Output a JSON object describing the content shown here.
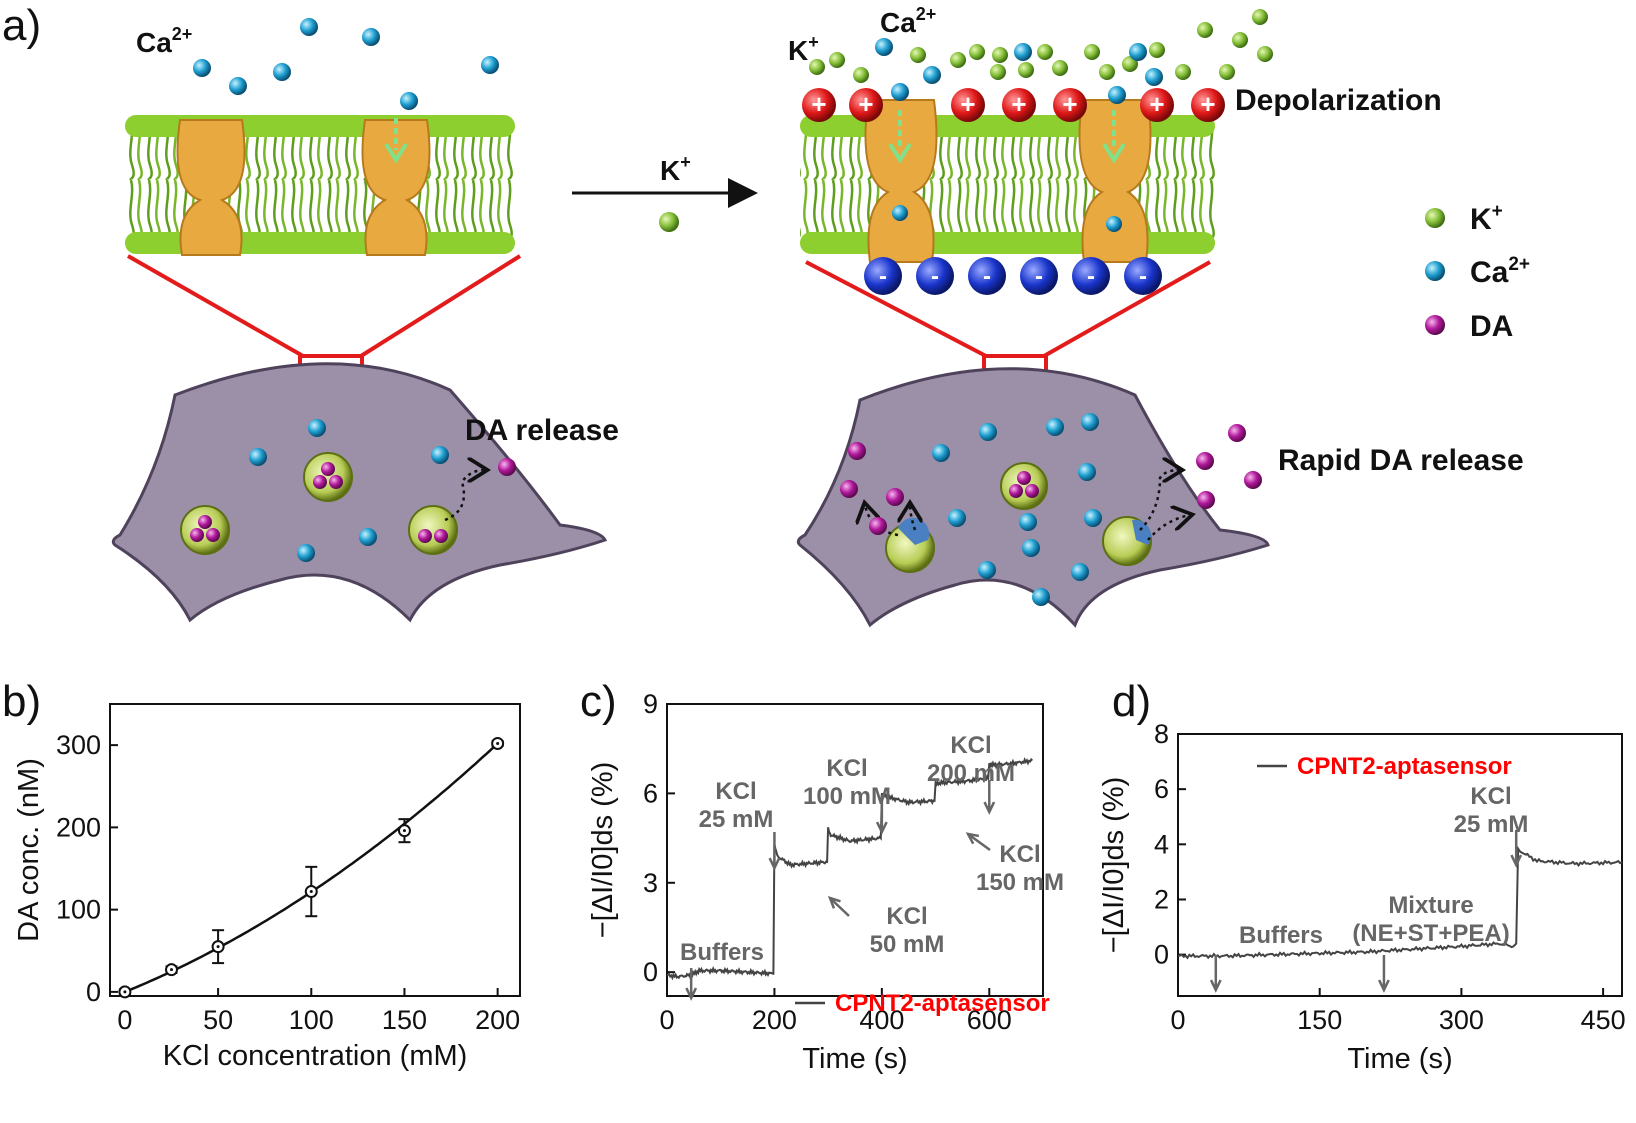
{
  "panels": {
    "a": "a)",
    "b": "b)",
    "c": "c)",
    "d": "d)"
  },
  "schematic": {
    "left_ion_label": "Ca",
    "right_ion_label_k": "K",
    "right_ion_label_ca": "Ca",
    "arrow_label": "K",
    "depolarization": "Depolarization",
    "da_release": "DA release",
    "rapid_da_release": "Rapid DA release",
    "legend": [
      {
        "label": "K",
        "sup": "+",
        "color": "#7cb342"
      },
      {
        "label": "Ca",
        "sup": "2+",
        "color": "#1e9fd0"
      },
      {
        "label": "DA",
        "sup": "",
        "color": "#b0189a"
      }
    ]
  },
  "colors": {
    "lipid": "#8ccf2f",
    "channel": "#e8a941",
    "cell": "#9c8fa8",
    "plus": "#e01818",
    "minus": "#1a35cc",
    "sensor_label": "#ff0000",
    "annotation": "#666666"
  },
  "chart_data": [
    {
      "id": "b",
      "type": "scatter",
      "x": [
        0,
        25,
        50,
        100,
        150,
        200
      ],
      "y": [
        0,
        27,
        55,
        122,
        196,
        302
      ],
      "yerr": [
        3,
        4,
        20,
        30,
        14,
        3
      ],
      "fit_curve": true,
      "xlabel": "KCl concentration (mM)",
      "ylabel": "DA conc. (nM)",
      "xlim": [
        -8,
        212
      ],
      "ylim": [
        -5,
        350
      ],
      "xticks": [
        0,
        50,
        100,
        150,
        200
      ],
      "yticks": [
        0,
        100,
        200,
        300
      ]
    },
    {
      "id": "c",
      "type": "line",
      "xlabel": "Time (s)",
      "ylabel": "−[ΔI/I0]ds (%)",
      "xlim": [
        0,
        700
      ],
      "ylim": [
        -0.8,
        9
      ],
      "xticks": [
        0,
        200,
        400,
        600
      ],
      "yticks": [
        0,
        3,
        6,
        9
      ],
      "series": [
        {
          "name": "CPNT2-aptasensor",
          "x": [
            0,
            20,
            45,
            60,
            100,
            150,
            198,
            200,
            205,
            230,
            298,
            300,
            305,
            340,
            398,
            400,
            405,
            450,
            498,
            500,
            505,
            550,
            598,
            600,
            605,
            640,
            680
          ],
          "y": [
            -0.1,
            -0.15,
            -0.1,
            0.05,
            0.05,
            0.0,
            -0.05,
            4.3,
            3.9,
            3.6,
            3.7,
            4.8,
            4.6,
            4.4,
            4.5,
            6.0,
            5.9,
            5.7,
            5.75,
            6.3,
            6.35,
            6.4,
            6.5,
            7.0,
            6.95,
            7.0,
            7.1
          ]
        }
      ],
      "annotations": [
        {
          "lines": [
            "Buffers"
          ],
          "x": 45
        },
        {
          "lines": [
            "KCl",
            "25 mM"
          ],
          "x": 200
        },
        {
          "lines": [
            "KCl",
            "50 mM"
          ],
          "x": 300
        },
        {
          "lines": [
            "KCl",
            "100 mM"
          ],
          "x": 400
        },
        {
          "lines": [
            "KCl",
            "150 mM"
          ],
          "x": 500
        },
        {
          "lines": [
            "KCl",
            "200 mM"
          ],
          "x": 600
        }
      ]
    },
    {
      "id": "d",
      "type": "line",
      "xlabel": "Time (s)",
      "ylabel": "−[ΔI/I0]ds (%)",
      "xlim": [
        0,
        470
      ],
      "ylim": [
        -1.5,
        8
      ],
      "xticks": [
        0,
        150,
        300,
        450
      ],
      "yticks": [
        0,
        2,
        4,
        6,
        8
      ],
      "series": [
        {
          "name": "CPNT2-aptasensor",
          "x": [
            0,
            50,
            100,
            150,
            200,
            250,
            300,
            340,
            355,
            358,
            360,
            380,
            420,
            470
          ],
          "y": [
            -0.05,
            -0.05,
            0.0,
            0.05,
            0.1,
            0.2,
            0.3,
            0.4,
            0.3,
            0.4,
            3.8,
            3.4,
            3.3,
            3.35
          ]
        }
      ],
      "annotations": [
        {
          "lines": [
            "Buffers"
          ],
          "x": 40
        },
        {
          "lines": [
            "Mixture",
            "(NE+ST+PEA)"
          ],
          "x": 218
        },
        {
          "lines": [
            "KCl",
            "25 mM"
          ],
          "x": 358
        }
      ]
    }
  ]
}
